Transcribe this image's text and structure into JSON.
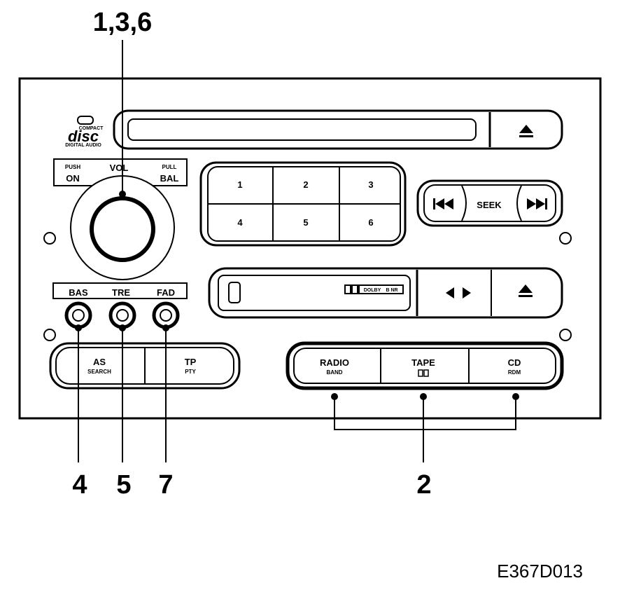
{
  "callouts": {
    "volume_knob": "1,3,6",
    "bass": "4",
    "treble": "5",
    "fader": "7",
    "source_buttons": "2"
  },
  "disc_logo": {
    "line1": "COMPACT",
    "word": "disc",
    "line2": "DIGITAL AUDIO"
  },
  "volume_panel": {
    "push_small": "PUSH",
    "push_big": "ON",
    "vol": "VOL",
    "pull_small": "PULL",
    "pull_big": "BAL"
  },
  "presets": [
    "1",
    "2",
    "3",
    "4",
    "5",
    "6"
  ],
  "seek_label": "SEEK",
  "tone_labels": {
    "bass": "BAS",
    "treble": "TRE",
    "fader": "FAD"
  },
  "tape_slot": {
    "dolby": "DOLBY",
    "nr": "B NR"
  },
  "left_buttons": {
    "as": "AS",
    "as_sub": "SEARCH",
    "tp": "TP",
    "tp_sub": "PTY"
  },
  "source_buttons": {
    "radio": "RADIO",
    "radio_sub": "BAND",
    "tape": "TAPE",
    "cd": "CD",
    "cd_sub": "RDM"
  },
  "figure_ref": "E367D013"
}
